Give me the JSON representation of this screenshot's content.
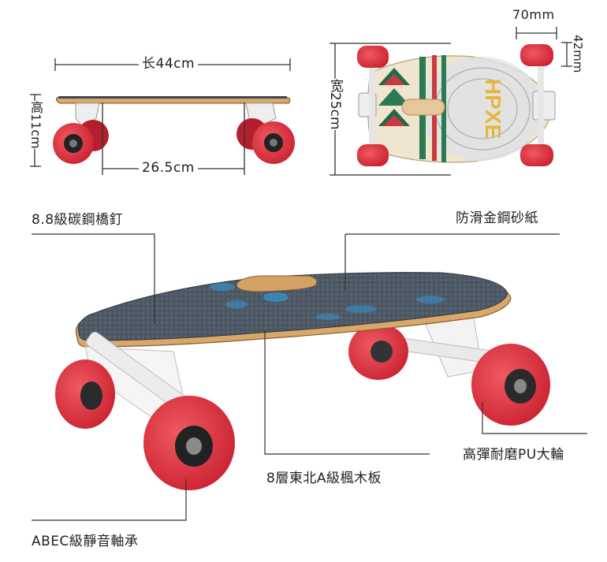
{
  "dimensions": {
    "length": "长44cm",
    "height": "高11cm",
    "wheelbase": "26.5cm",
    "width": "宽25cm",
    "truck_width": "70mm",
    "wheel_height": "42mm"
  },
  "features": {
    "bolts": "8.8級碳鋼橋釘",
    "griptape": "防滑金鋼砂紙",
    "wheels": "高彈耐磨PU大輪",
    "deck": "8層東北A級楓木板",
    "bearings": "ABEC級靜音軸承"
  },
  "deck_graphic": {
    "brand": "HPXE"
  },
  "colors": {
    "wheel": "#e0323f",
    "wood": "#d8a86a",
    "grip": "#4f5d6b",
    "truck": "#f2f2f2",
    "accent_green": "#1f6a4a"
  }
}
